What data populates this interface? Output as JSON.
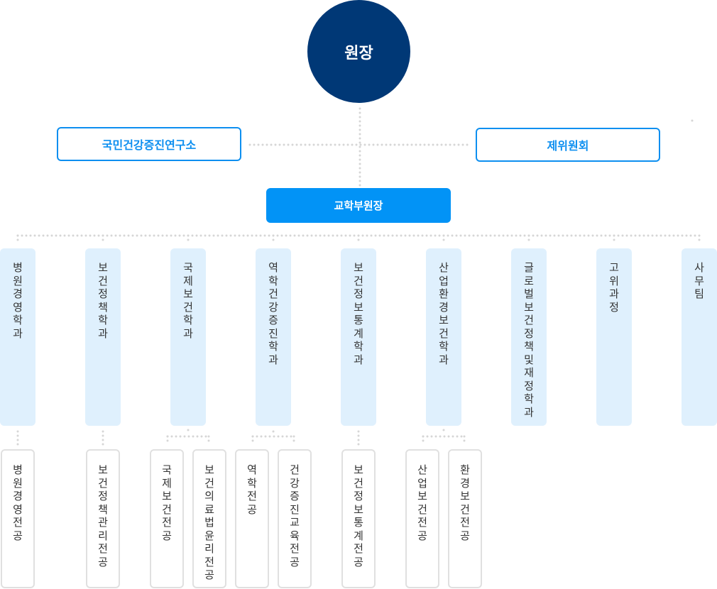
{
  "director": {
    "label": "원장"
  },
  "institute": {
    "label": "국민건강증진연구소"
  },
  "committee": {
    "label": "제위원회"
  },
  "vice_dean": {
    "label": "교학부원장"
  },
  "departments": [
    {
      "label": "병원경영학과"
    },
    {
      "label": "보건정책학과"
    },
    {
      "label": "국제보건학과"
    },
    {
      "label": "역학건강증진학과"
    },
    {
      "label": "보건정보통계학과"
    },
    {
      "label": "산업환경보건학과"
    },
    {
      "label": "글로벌보건정책및재정학과"
    },
    {
      "label": "고위과정"
    },
    {
      "label": "사무팀"
    }
  ],
  "majors": [
    {
      "label": "병원경영전공"
    },
    {
      "label": "보건정책관리전공"
    },
    {
      "label": "국제보건전공"
    },
    {
      "label": "보건의료법윤리전공"
    },
    {
      "label": "역학전공"
    },
    {
      "label": "건강증진교육전공"
    },
    {
      "label": "보건정보통계전공"
    },
    {
      "label": "산업보건전공"
    },
    {
      "label": "환경보건전공"
    }
  ],
  "colors": {
    "director": "#003876",
    "accent": "#0d8ff0",
    "vice_dean": "#0293f6",
    "department_fill": "#dff0fd",
    "major_border": "#e0e0e0",
    "connector": "#d6d6d6"
  }
}
